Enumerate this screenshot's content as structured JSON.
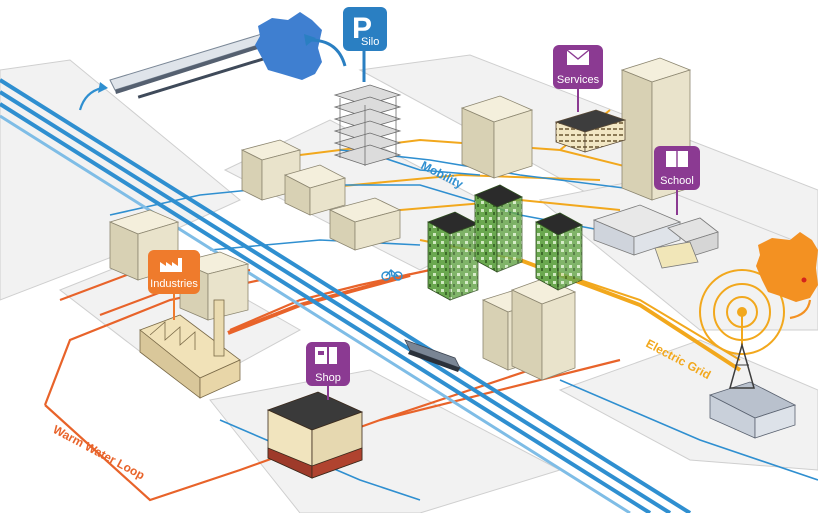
{
  "labels": {
    "silo": "Silo",
    "services": "Services",
    "school": "School",
    "industries": "Industries",
    "shop": "Shop",
    "mobility": "Mobility",
    "electric_grid": "Electric Grid",
    "warm_water_loop": "Warm Water Loop"
  },
  "colors": {
    "mobility": "#2f8fd0",
    "warm_water": "#e8632a",
    "electric": "#f2a81d",
    "badge_purple": "#8b3a92",
    "badge_orange": "#ef7b2c",
    "parking_blue": "#2a7fc2",
    "france_blue": "#3f7fd0",
    "france_orange": "#f39122",
    "building": "#ece6d2",
    "facade_green": "#5f9f3a"
  },
  "icons": [
    "parking-icon",
    "mail-icon",
    "book-icon",
    "factory-icon",
    "shop-icon",
    "bicycle-icon",
    "train-icon",
    "tram-icon",
    "antenna-icon"
  ]
}
